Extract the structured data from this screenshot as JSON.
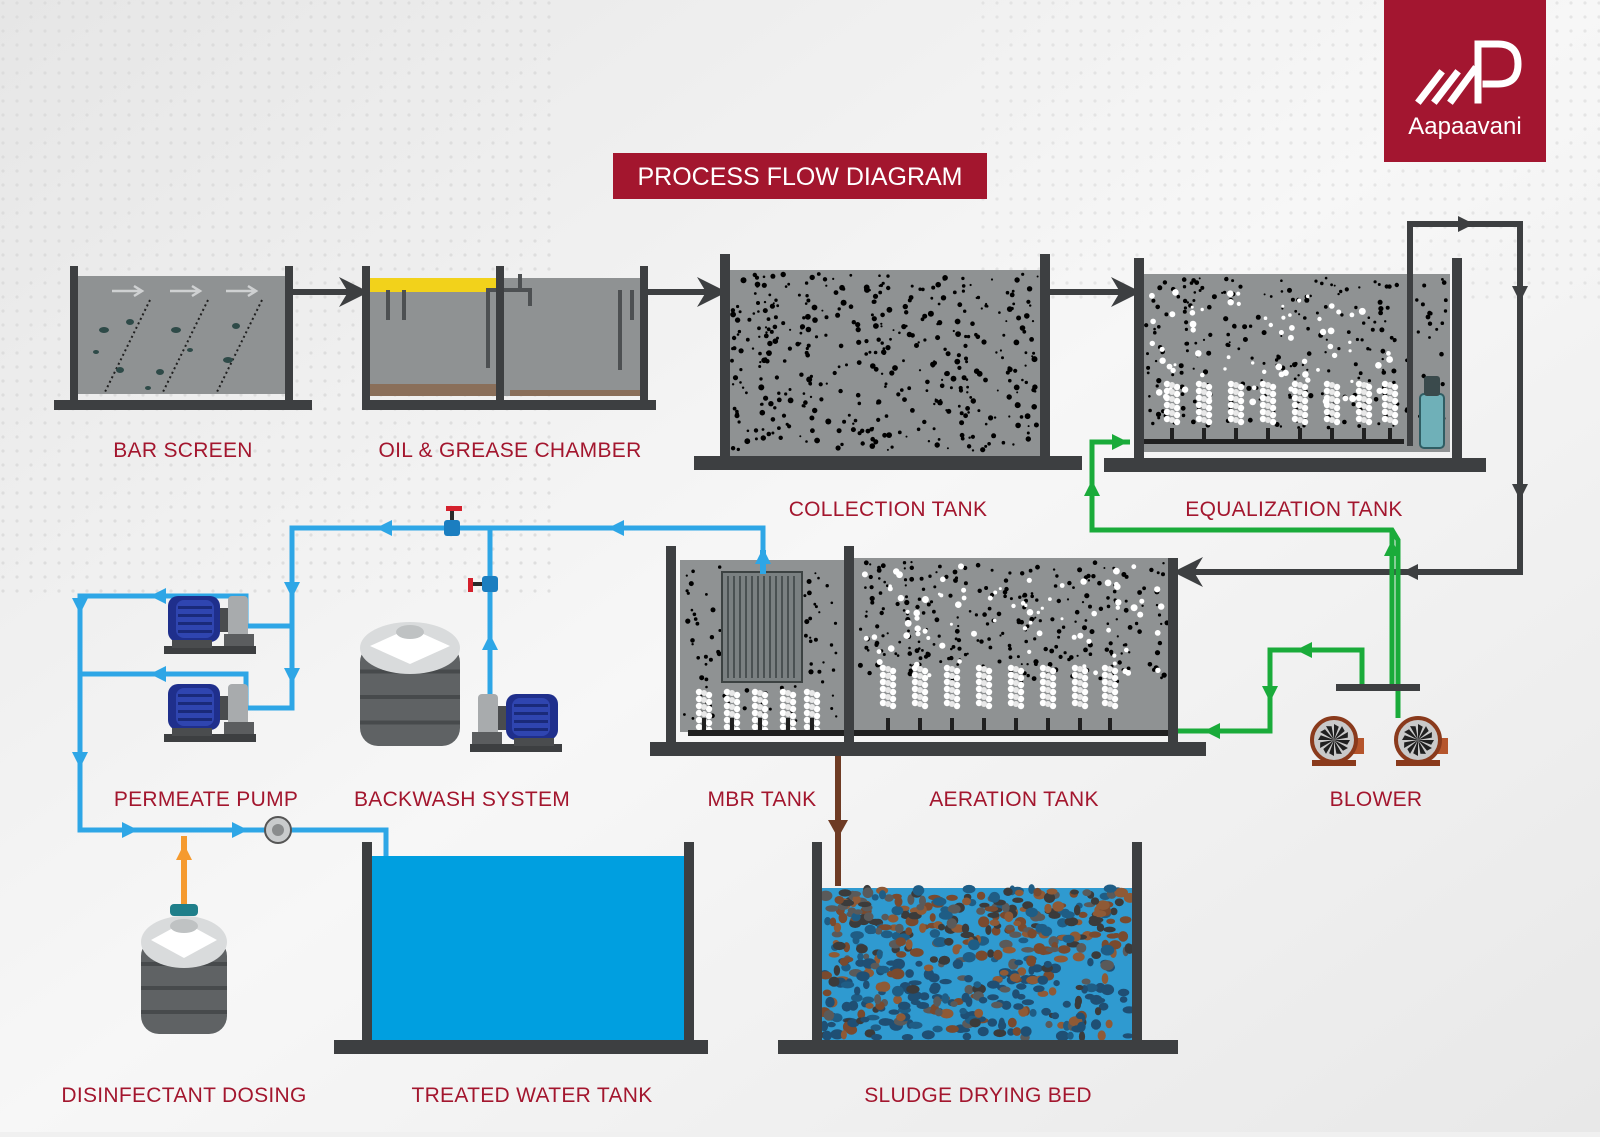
{
  "title": "PROCESS FLOW DIAGRAM",
  "brand": {
    "name": "Aapaavani",
    "color": "#a31630"
  },
  "colors": {
    "tank_wall": "#3d3f41",
    "sludge_fill": "#8f9293",
    "clean_water": "#009fe0",
    "water_pipe": "#2ea6e6",
    "air_pipe": "#1aab3a",
    "sludge_pipe": "#6e3b24",
    "dosing_pipe": "#f59a2f",
    "label": "#a3162e"
  },
  "units": {
    "bar_screen": "BAR SCREEN",
    "oil_grease": "OIL & GREASE CHAMBER",
    "collection": "COLLECTION TANK",
    "equalization": "EQUALIZATION TANK",
    "mbr": "MBR TANK",
    "aeration": "AERATION TANK",
    "blower": "BLOWER",
    "permeate_pump": "PERMEATE PUMP",
    "backwash": "BACKWASH SYSTEM",
    "dosing": "DISINFECTANT DOSING",
    "treated_water": "TREATED WATER TANK",
    "sludge_bed": "SLUDGE DRYING BED"
  },
  "icons": [
    "arrow-icon",
    "valve-icon",
    "pump-icon",
    "blower-icon",
    "storage-tank-icon",
    "membrane-module-icon",
    "diffuser-icon",
    "submersible-pump-icon",
    "flow-meter-icon"
  ]
}
